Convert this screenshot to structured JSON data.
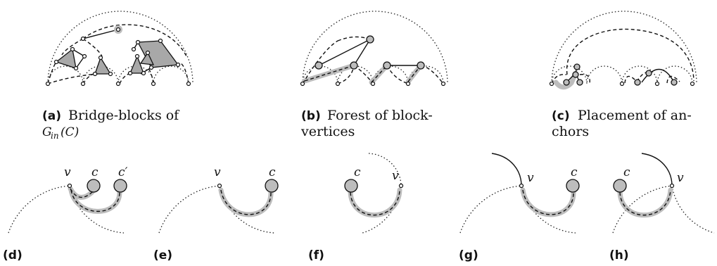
{
  "panels": [
    {
      "tag": "(a)",
      "caption_lines": [
        "Bridge-blocks of",
        "G",
        "in",
        "(C)"
      ]
    },
    {
      "tag": "(b)",
      "caption_lines": [
        "Forest of block-",
        "vertices"
      ]
    },
    {
      "tag": "(c)",
      "caption_lines": [
        "Placement of an-",
        "chors"
      ]
    },
    {
      "tag": "(d)",
      "labels": [
        "v",
        "c",
        "c′"
      ]
    },
    {
      "tag": "(e)",
      "labels": [
        "v",
        "c"
      ]
    },
    {
      "tag": "(f)",
      "labels": [
        "c",
        "v"
      ]
    },
    {
      "tag": "(g)",
      "labels": [
        "v",
        "c"
      ]
    },
    {
      "tag": "(h)",
      "labels": [
        "c",
        "v"
      ]
    }
  ]
}
